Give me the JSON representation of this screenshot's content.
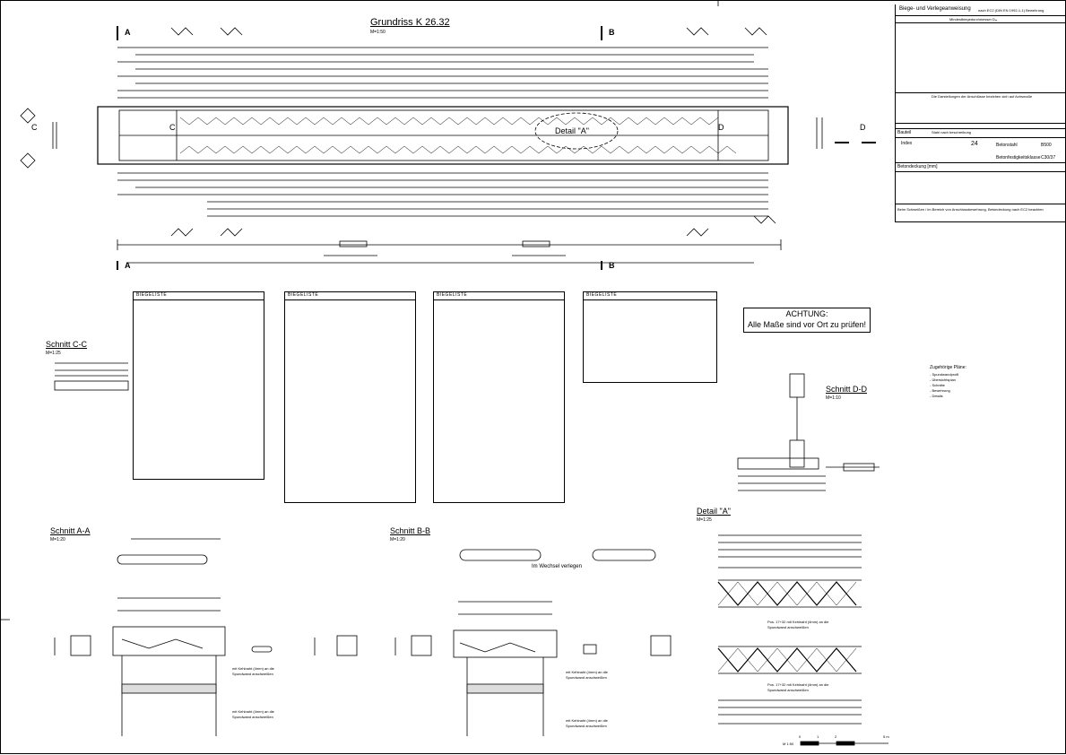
{
  "sheet": {
    "plan_title": "Grundriss K 26.32",
    "plan_scale": "M=1:50",
    "detail_label": "Detail \"A\"",
    "section_marks": [
      "A",
      "B",
      "C",
      "D"
    ]
  },
  "title_block": {
    "header": "Biege- und Verlegeanweisung",
    "header_note": "nach EC2 (DIN EN 1992-1-1) Bewehrung",
    "row_line": "Mindestbiegedurchmesser Dₘ",
    "note1": "Die Darstellungen der Anschlüsse beziehen sich auf Achsmaße",
    "bauteil_label": "Bauteil",
    "bauteil_value": "Stahl nach beschreibung",
    "field_a_label": "Index",
    "field_a_value": "24",
    "field_b_label": "Betonstahl",
    "field_b_value": "B500",
    "field_c_label": "Betonfestigkeitsklasse",
    "field_c_value": "C30/37",
    "field_d_label": "Betondeckung [mm]",
    "notes_bottom": "Beim Schweißen / im Bereich von Anschlussbewehrung, Betondeckung nach EC2 beachten"
  },
  "warning": {
    "line1": "ACHTUNG:",
    "line2": "Alle Maße sind vor Ort zu prüfen!"
  },
  "sections": {
    "cc_title": "Schnitt C-C",
    "cc_scale": "M=1:25",
    "dd_title": "Schnitt D-D",
    "dd_scale": "M=1:10",
    "aa_title": "Schnitt A-A",
    "aa_scale": "M=1:20",
    "bb_title": "Schnitt B-B",
    "bb_scale": "M=1:20",
    "detail_a_title": "Detail \"A\"",
    "detail_a_scale": "M=1:25",
    "wechsel_note": "Im Wechsel verlegen",
    "pos_note_1": "Pos. 17+32 mit Kehlnaht (4mm) an die",
    "pos_note_1b": "Spundwand anschweißen",
    "pos_note_2": "Pos. 17+32 mit Kehlnaht (4mm) an die",
    "pos_note_2b": "Spundwand anschweißen",
    "kehl_aa_1": "mit Kehlnaht (4mm) an die",
    "kehl_aa_1b": "Spundwand anschweißen",
    "kehl_aa_2": "mit Kehlnaht (4mm) an die",
    "kehl_aa_2b": "Spundwand anschweißen",
    "kehl_bb_1": "mit Kehlnaht (4mm) an die",
    "kehl_bb_1b": "Spundwand anschweißen",
    "kehl_bb_2": "mit Kehlnaht (4mm) an die",
    "kehl_bb_2b": "Spundwand anschweißen"
  },
  "bending_lists": [
    {
      "title": "BIEGELISTE"
    },
    {
      "title": "BIEGELISTE"
    },
    {
      "title": "BIEGELISTE"
    },
    {
      "title": "BIEGELISTE"
    }
  ],
  "related_plans": {
    "title": "Zugehörige Pläne:",
    "items": [
      "- Spundwandprofil",
      "- Übersichtsplan",
      "- Schnitte",
      "- Bewehrung",
      "- Details"
    ]
  },
  "scale_bar": {
    "label": "M 1:50",
    "ticks": [
      "0",
      "1",
      "2",
      "5 m"
    ]
  },
  "colors": {
    "ink": "#000000",
    "paper": "#ffffff"
  }
}
